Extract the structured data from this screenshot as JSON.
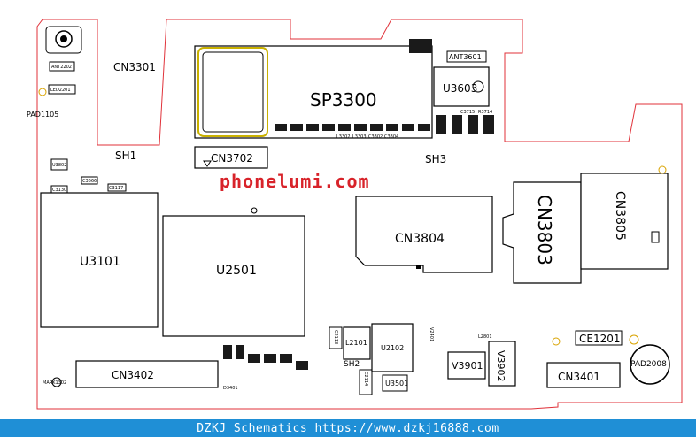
{
  "components": {
    "cn3301": "CN3301",
    "ant2202": "ANT2202",
    "led2201": "LED2201",
    "pad1105": "PAD1105",
    "sp3300": "SP3300",
    "ant3601": "ANT3601",
    "u3603": "U3603",
    "cn3702": "CN3702",
    "sh1": "SH1",
    "sh3": "SH3",
    "u3101": "U3101",
    "u2501": "U2501",
    "cn3804": "CN3804",
    "cn3803": "CN3803",
    "cn3805": "CN3805",
    "cn3402": "CN3402",
    "l2101": "L2101",
    "u2102": "U2102",
    "sh2": "SH2",
    "v3901": "V3901",
    "v3902": "V3902",
    "u3501": "U3501",
    "ce1201": "CE1201",
    "pad2008": "PAD2008",
    "cn3401": "CN3401",
    "c2113": "C2113",
    "c2114": "C2114",
    "u3802": "U3802",
    "mark1302": "MARK1302"
  },
  "small_labels": {
    "r3714": "R3714",
    "c3715": "C3715",
    "c3117": "C3117",
    "c3130": "C3130",
    "c3666": "C3666",
    "l3302": "L3302",
    "l3303": "L3303",
    "c3302": "C3302",
    "c3304": "C3304",
    "v2401": "V2401",
    "l2801": "L2801",
    "d3401": "D3401"
  },
  "watermark": "phonelumi.com",
  "footer": "DZKJ Schematics https://www.dzkj16888.com"
}
